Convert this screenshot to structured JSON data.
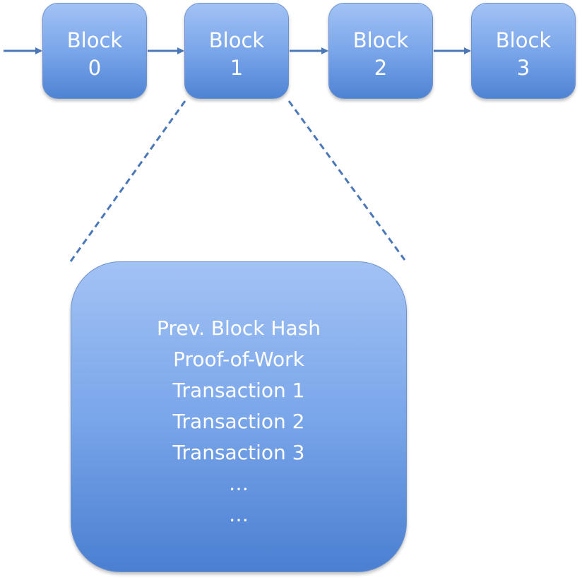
{
  "blocks": [
    {
      "word": "Block",
      "number": "0"
    },
    {
      "word": "Block",
      "number": "1"
    },
    {
      "word": "Block",
      "number": "2"
    },
    {
      "word": "Block",
      "number": "3"
    }
  ],
  "detail": {
    "lines": [
      "Prev. Block Hash",
      "Proof-of-Work",
      "Transaction 1",
      "Transaction 2",
      "Transaction 3",
      "…",
      "…"
    ]
  },
  "colors": {
    "block_fill_top": "#a2c2f4",
    "block_fill_bottom": "#4e83d4",
    "arrow": "#4a78b8",
    "text": "#ffffff"
  }
}
